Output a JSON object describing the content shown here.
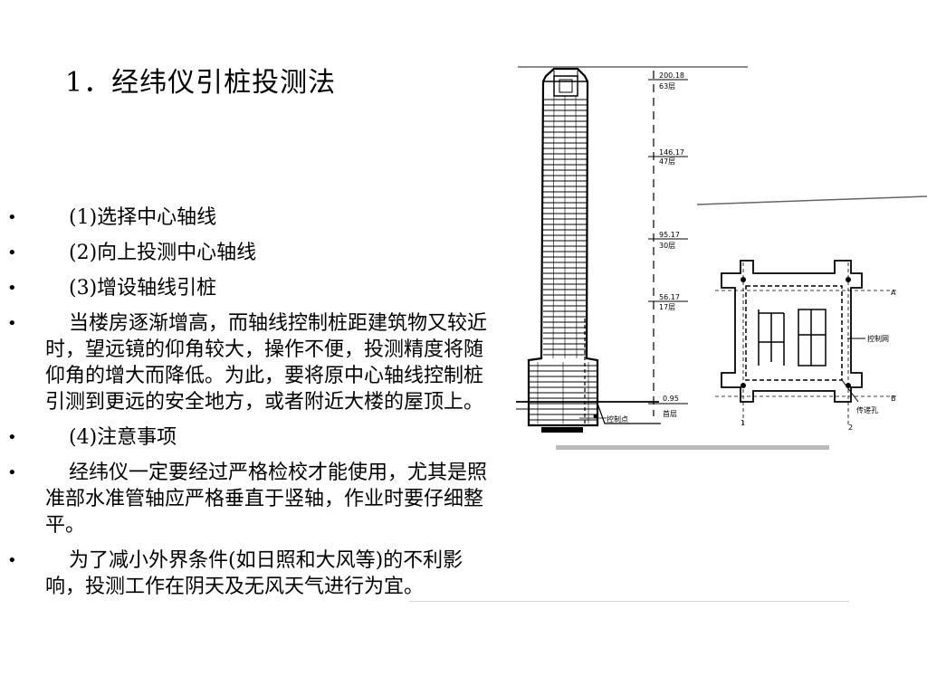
{
  "slide": {
    "title": "1．经纬仪引桩投测法"
  },
  "bullets": [
    {
      "kind": "heading",
      "text": "(1)选择中心轴线"
    },
    {
      "kind": "heading",
      "text": "(2)向上投测中心轴线"
    },
    {
      "kind": "heading",
      "text": "(3)增设轴线引桩"
    },
    {
      "kind": "para",
      "text": "当楼房逐渐增高，而轴线控制桩距建筑物又较近时，望远镜的仰角较大，操作不便，投测精度将随仰角的增大而降低。为此，要将原中心轴线控制桩引测到更远的安全地方，或者附近大楼的屋顶上。"
    },
    {
      "kind": "heading",
      "text": "(4)注意事项"
    },
    {
      "kind": "para",
      "text": "经纬仪一定要经过严格检校才能使用，尤其是照准部水准管轴应严格垂直于竖轴，作业时要仔细整平。"
    },
    {
      "kind": "para",
      "text": "为了减小外界条件(如日照和大风等)的不利影响，投测工作在阴天及无风天气进行为宜。"
    }
  ],
  "bullet_marker": "•",
  "figure": {
    "elevations": [
      {
        "value": "200.18",
        "floor": "63层"
      },
      {
        "value": "146.17",
        "floor": "47层"
      },
      {
        "value": "95.17",
        "floor": "30层"
      },
      {
        "value": "56.17",
        "floor": "17层"
      },
      {
        "value": "0.95",
        "floor": "首层"
      }
    ],
    "control_point_label": "控制点",
    "control_network_label": "控制网",
    "transfer_hole_label": "传递孔",
    "axis_a": "A",
    "axis_b": "B",
    "axis_1": "1",
    "axis_2": "2"
  }
}
